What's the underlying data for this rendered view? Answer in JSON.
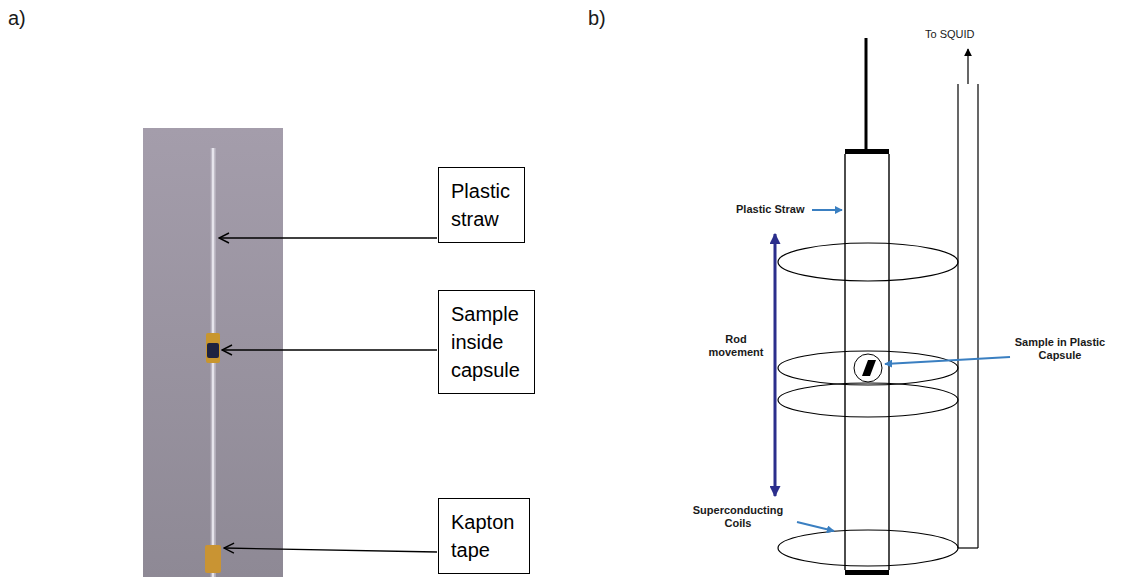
{
  "diagram": {
    "nodes": [
      {
        "text": [
          "Plastic straw"
        ]
      },
      {
        "text": [
          "Sample inside capsule"
        ]
      },
      {
        "text": [
          "Kapton tape"
        ]
      }
    ],
    "labels": [
      "a)",
      "b)",
      "To SQUID",
      "Plastic Straw",
      "Rod movement",
      "Sample in Plastic Capsule",
      "Superconducting Coils"
    ]
  }
}
